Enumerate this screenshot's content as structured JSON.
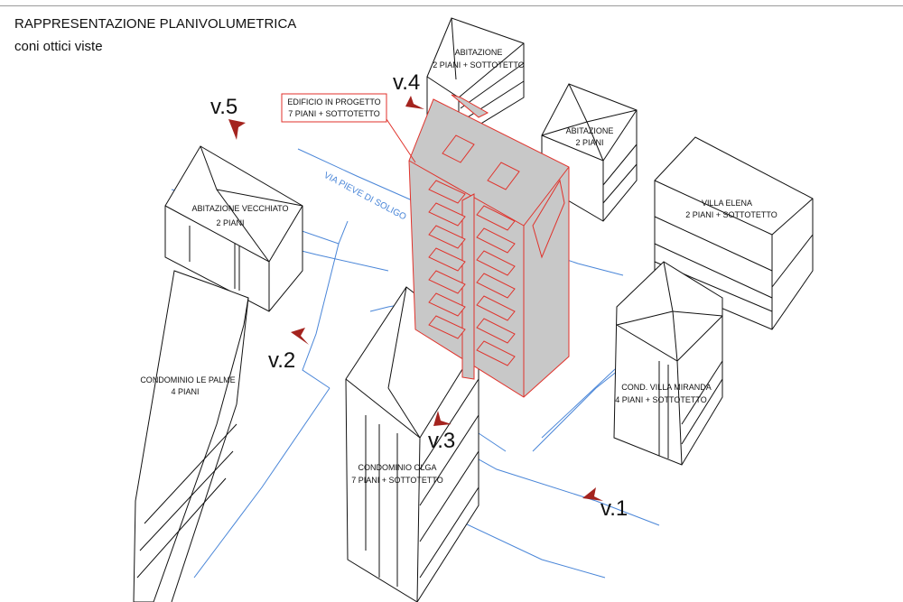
{
  "header": {
    "title": "RAPPRESENTAZIONE PLANIVOLUMETRICA",
    "subtitle": "coni ottici viste"
  },
  "colors": {
    "line": "#111111",
    "project_outline": "#e0322b",
    "project_fill": "#c8c8c8",
    "street": "#4a86d8",
    "view_cone": "#a4231e"
  },
  "street_label": "VIA PIEVE DI SOLIGO",
  "project_callout": {
    "line1": "EDIFICIO IN PROGETTO",
    "line2": "7 PIANI + SOTTOTETTO"
  },
  "buildings": {
    "abitazione_top": {
      "name": "ABITAZIONE",
      "floors": "2 PIANI + SOTTOTETTO"
    },
    "abitazione_small": {
      "name": "ABITAZIONE",
      "floors": "2 PIANI"
    },
    "villa_elena": {
      "name": "VILLA ELENA",
      "floors": "2 PIANI + SOTTOTETTO"
    },
    "abitazione_vecchiato": {
      "name": "ABITAZIONE VECCHIATO",
      "floors": "2 PIANI"
    },
    "condominio_le_palme": {
      "name": "CONDOMINIO LE PALME",
      "floors": "4 PIANI"
    },
    "condominio_olga": {
      "name": "CONDOMINIO OLGA",
      "floors": "7 PIANI + SOTTOTETTO"
    },
    "cond_villa_miranda": {
      "name": "COND. VILLA MIRANDA",
      "floors": "4 PIANI + SOTTOTETTO"
    }
  },
  "views": {
    "v1": "v.1",
    "v2": "v.2",
    "v3": "v.3",
    "v4": "v.4",
    "v5": "v.5"
  }
}
